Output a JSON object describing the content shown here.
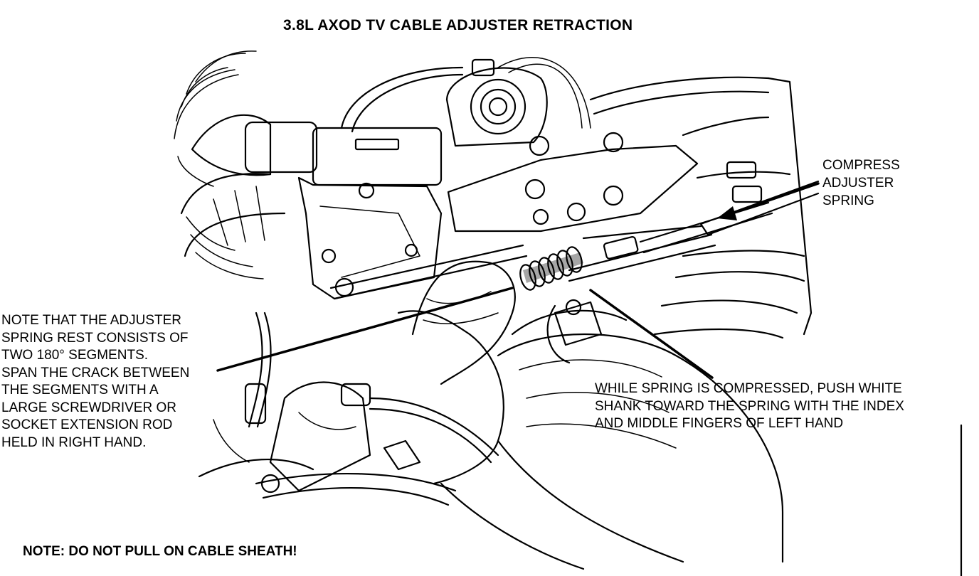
{
  "title": "3.8L AXOD TV CABLE ADJUSTER RETRACTION",
  "callouts": {
    "compress": [
      "COMPRESS",
      "ADJUSTER",
      "SPRING"
    ],
    "note": [
      "NOTE THAT THE ADJUSTER",
      "SPRING REST CONSISTS OF",
      "TWO 180° SEGMENTS.",
      "SPAN THE CRACK BETWEEN",
      "THE SEGMENTS WITH A",
      "LARGE SCREWDRIVER OR",
      "SOCKET EXTENSION ROD",
      "HELD IN RIGHT HAND."
    ],
    "while": [
      "WHILE SPRING IS COMPRESSED, PUSH WHITE",
      "SHANK TOWARD THE SPRING WITH THE INDEX",
      "AND MIDDLE FINGERS OF LEFT HAND"
    ]
  },
  "footer_note": "NOTE: DO NOT PULL ON CABLE SHEATH!"
}
